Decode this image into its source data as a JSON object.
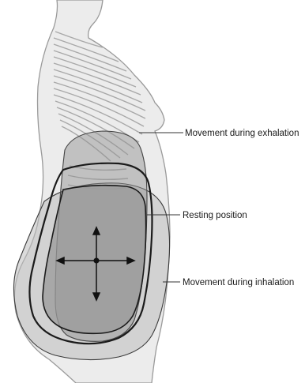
{
  "labels": {
    "exhalation": "Movement during exhalation",
    "resting": "Resting position",
    "inhalation": "Movement during inhalation"
  },
  "colors": {
    "body_fill": "#ececec",
    "body_stroke": "#9a9a9a",
    "rib_stroke": "#a8a8a8",
    "exhale_fill": "#8f8f8f",
    "inhale_fill": "#bdbdbd",
    "resting_fill": "#999999",
    "arrow": "#111111",
    "leader": "#333333"
  },
  "icons": {
    "movement_arrows": "four-way-arrow-icon"
  }
}
